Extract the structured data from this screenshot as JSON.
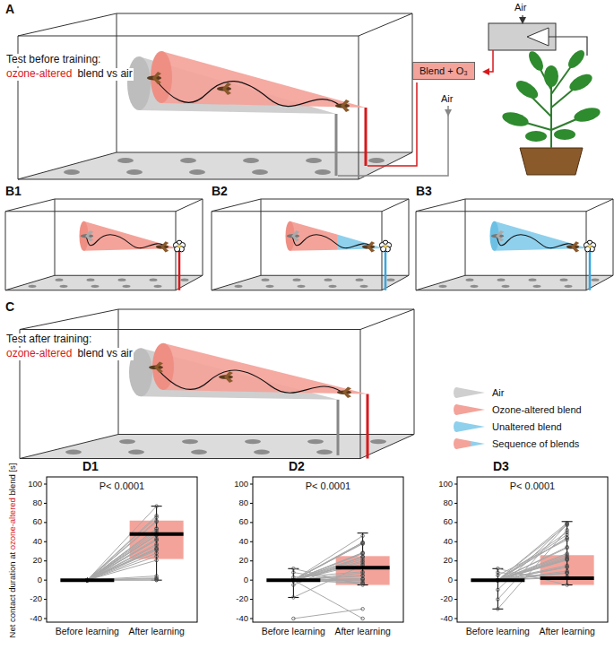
{
  "diagram": {
    "nodes": [
      {
        "text": [
          "Blend + O₃"
        ]
      }
    ],
    "labels": [
      "A",
      "Test before training:",
      "ozone-altered",
      "blend vs air",
      "Air",
      "Air",
      "B1",
      "B2",
      "B3",
      "C",
      "Test after training:",
      "ozone-altered",
      "blend vs air",
      "D1",
      "P< 0.0001",
      "100",
      "80",
      "60",
      "40",
      "20",
      "0",
      "-20",
      "-40",
      "Net contact duration at",
      "ozone-altered",
      "blend [s]",
      "Before learning",
      "After learning",
      "D2",
      "P< 0.0001",
      "100",
      "80",
      "60",
      "40",
      "20",
      "0",
      "-20",
      "-40",
      "Before learning",
      "After learning",
      "D3",
      "P< 0.0001",
      "100",
      "80",
      "60",
      "40",
      "20",
      "0",
      "-20",
      "-40",
      "Before learning",
      "After learning"
    ],
    "legend": [
      {
        "text": "Air",
        "color": "#cfcfcf"
      },
      {
        "text": "Ozone-altered blend",
        "color": "#f4a39a"
      },
      {
        "text": "Unaltered blend",
        "color": "#8fd0ec"
      },
      {
        "text": "Sequence of blends"
      }
    ]
  }
}
